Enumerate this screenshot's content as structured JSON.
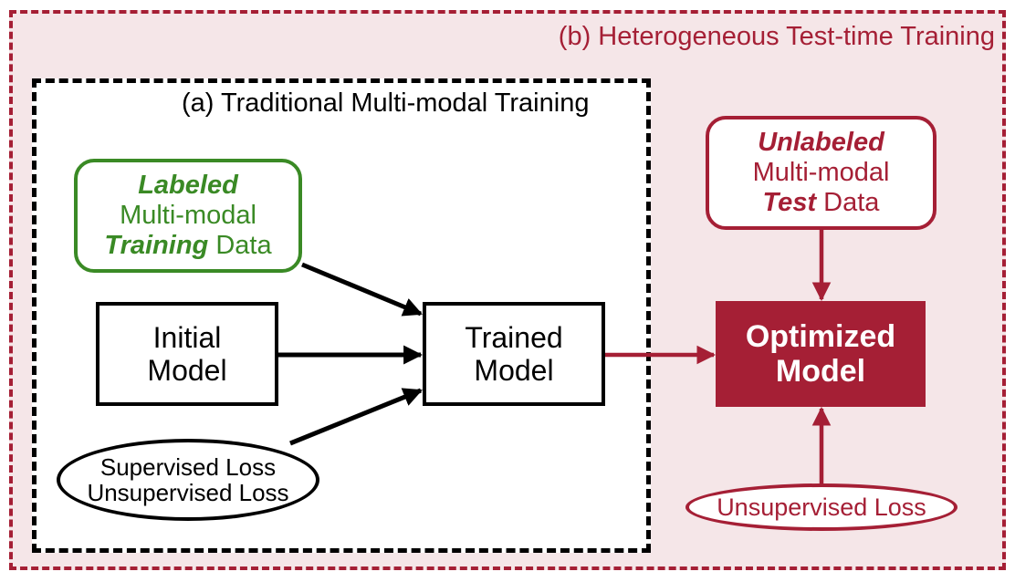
{
  "diagram": {
    "outer_title": "(b) Heterogeneous Test-time Training",
    "inner_title": "(a) Traditional Multi-modal Training",
    "labeled_data": {
      "line1": "Labeled",
      "line2": "Multi-modal",
      "line3_bold": "Training",
      "line3_rest": " Data"
    },
    "initial_model": {
      "line1": "Initial",
      "line2": "Model"
    },
    "losses": {
      "line1": "Supervised Loss",
      "line2": "Unsupervised Loss"
    },
    "trained_model": {
      "line1": "Trained",
      "line2": "Model"
    },
    "test_data": {
      "line1": "Unlabeled",
      "line2": "Multi-modal",
      "line3_bold": "Test",
      "line3_rest": " Data"
    },
    "optimized_model": {
      "line1": "Optimized",
      "line2": "Model"
    },
    "unsupervised_loss": "Unsupervised Loss"
  },
  "colors": {
    "accent_red": "#a51f35",
    "accent_green": "#3a8a25",
    "background_pink": "#f5e6e8",
    "black": "#000000"
  }
}
